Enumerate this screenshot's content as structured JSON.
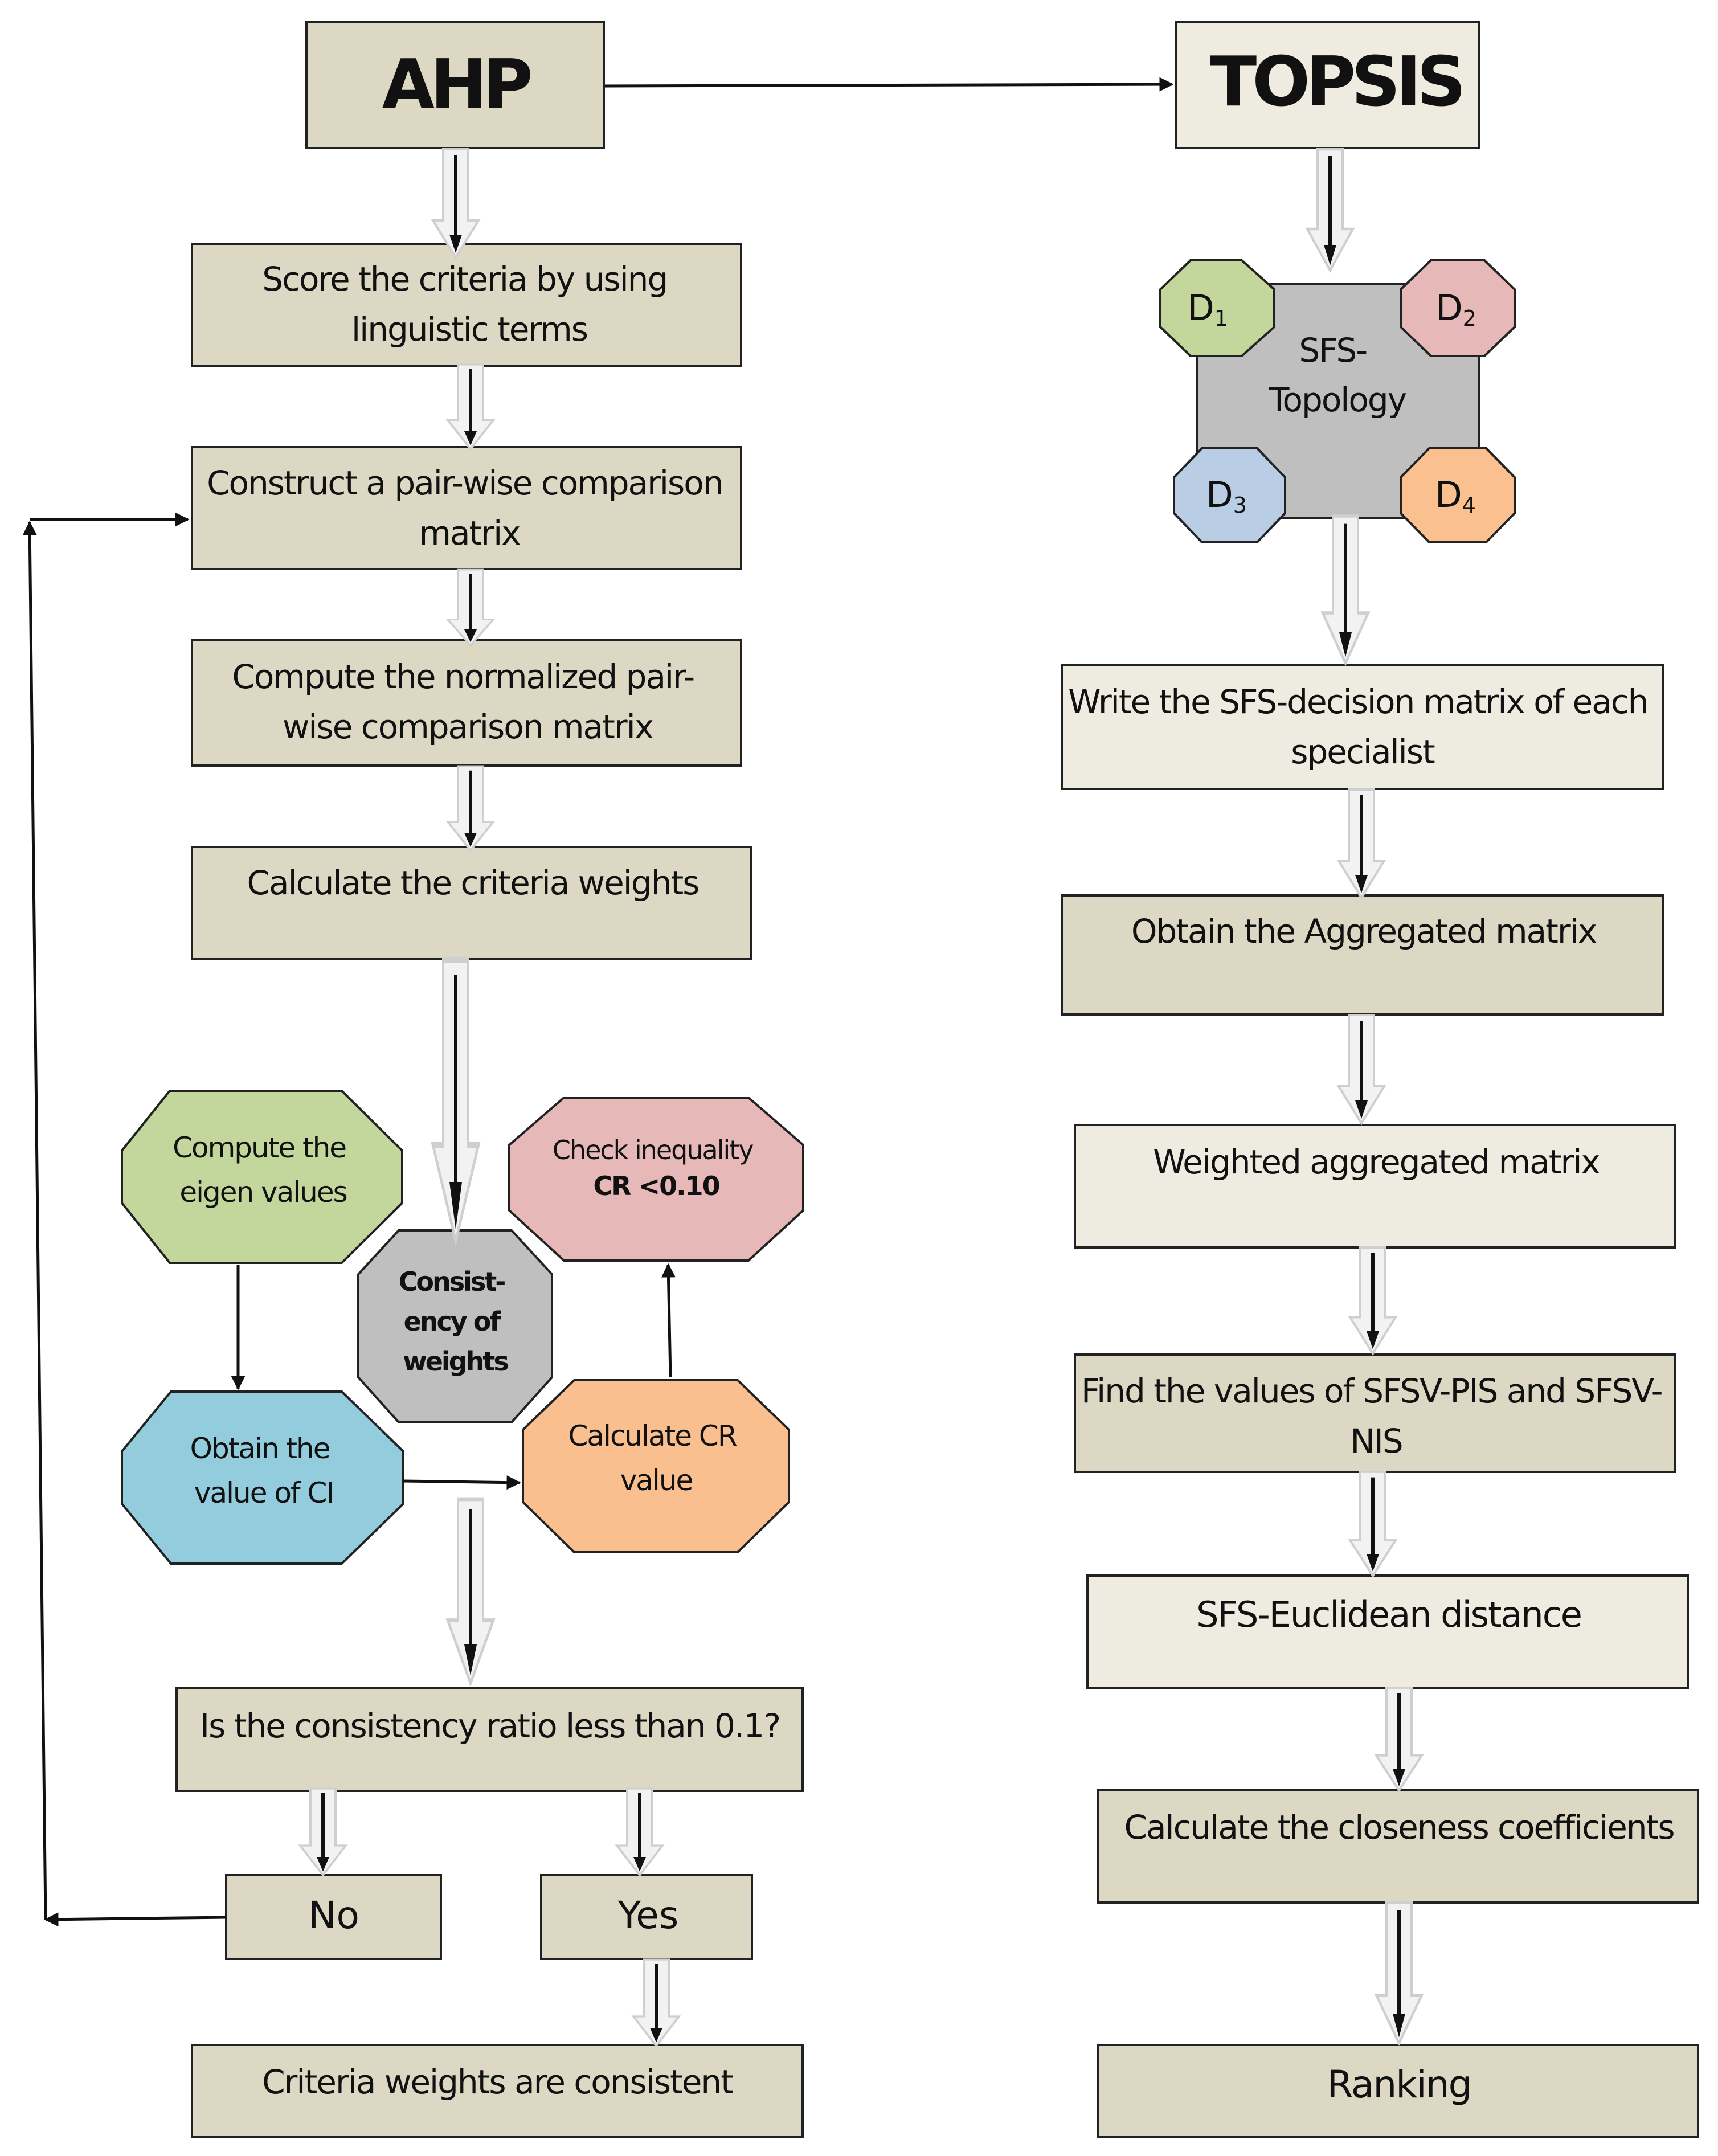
{
  "colors": {
    "ahp_box": "#ddd8c4",
    "topsis_box": "#eeece1",
    "border": "#222222",
    "green": "#c3d69b",
    "pink": "#e6b9b8",
    "blue": "#93cddd",
    "orange": "#f9bf8f",
    "gray": "#bfbfbf",
    "d_blue": "#b9cde5",
    "d_orange": "#fac090"
  },
  "ahp": {
    "title": "AHP",
    "steps": [
      [
        "Score the criteria by using",
        "linguistic terms"
      ],
      [
        "Construct a pair-wise comparison",
        "matrix"
      ],
      [
        "Compute the normalized pair-",
        "wise comparison matrix"
      ],
      [
        "Calculate the criteria weights"
      ]
    ],
    "consistency": {
      "eigen": [
        "Compute the",
        "eigen values"
      ],
      "check_line1": "Check inequality",
      "check_line2": "CR <0.10",
      "center": [
        "Consist-",
        "ency of",
        "weights"
      ],
      "ci": [
        "Obtain the",
        "value of CI"
      ],
      "cr": [
        "Calculate CR",
        "value"
      ]
    },
    "question": "Is the consistency ratio less than 0.1?",
    "no": "No",
    "yes": "Yes",
    "final": "Criteria weights are consistent"
  },
  "topsis": {
    "title": "TOPSIS",
    "topology": {
      "label": [
        "SFS-",
        "Topology"
      ],
      "d1": "D",
      "d1_sub": "1",
      "d2": "D",
      "d2_sub": "2",
      "d3": "D",
      "d3_sub": "3",
      "d4": "D",
      "d4_sub": "4"
    },
    "steps": [
      [
        "Write the SFS-decision matrix of each",
        "specialist"
      ],
      [
        "Obtain the Aggregated matrix"
      ],
      [
        "Weighted aggregated matrix"
      ],
      [
        "Find the values of SFSV-PIS and SFSV-",
        "NIS"
      ],
      [
        "SFS-Euclidean distance"
      ],
      [
        "Calculate the closeness coefficients"
      ],
      [
        "Ranking"
      ]
    ]
  }
}
